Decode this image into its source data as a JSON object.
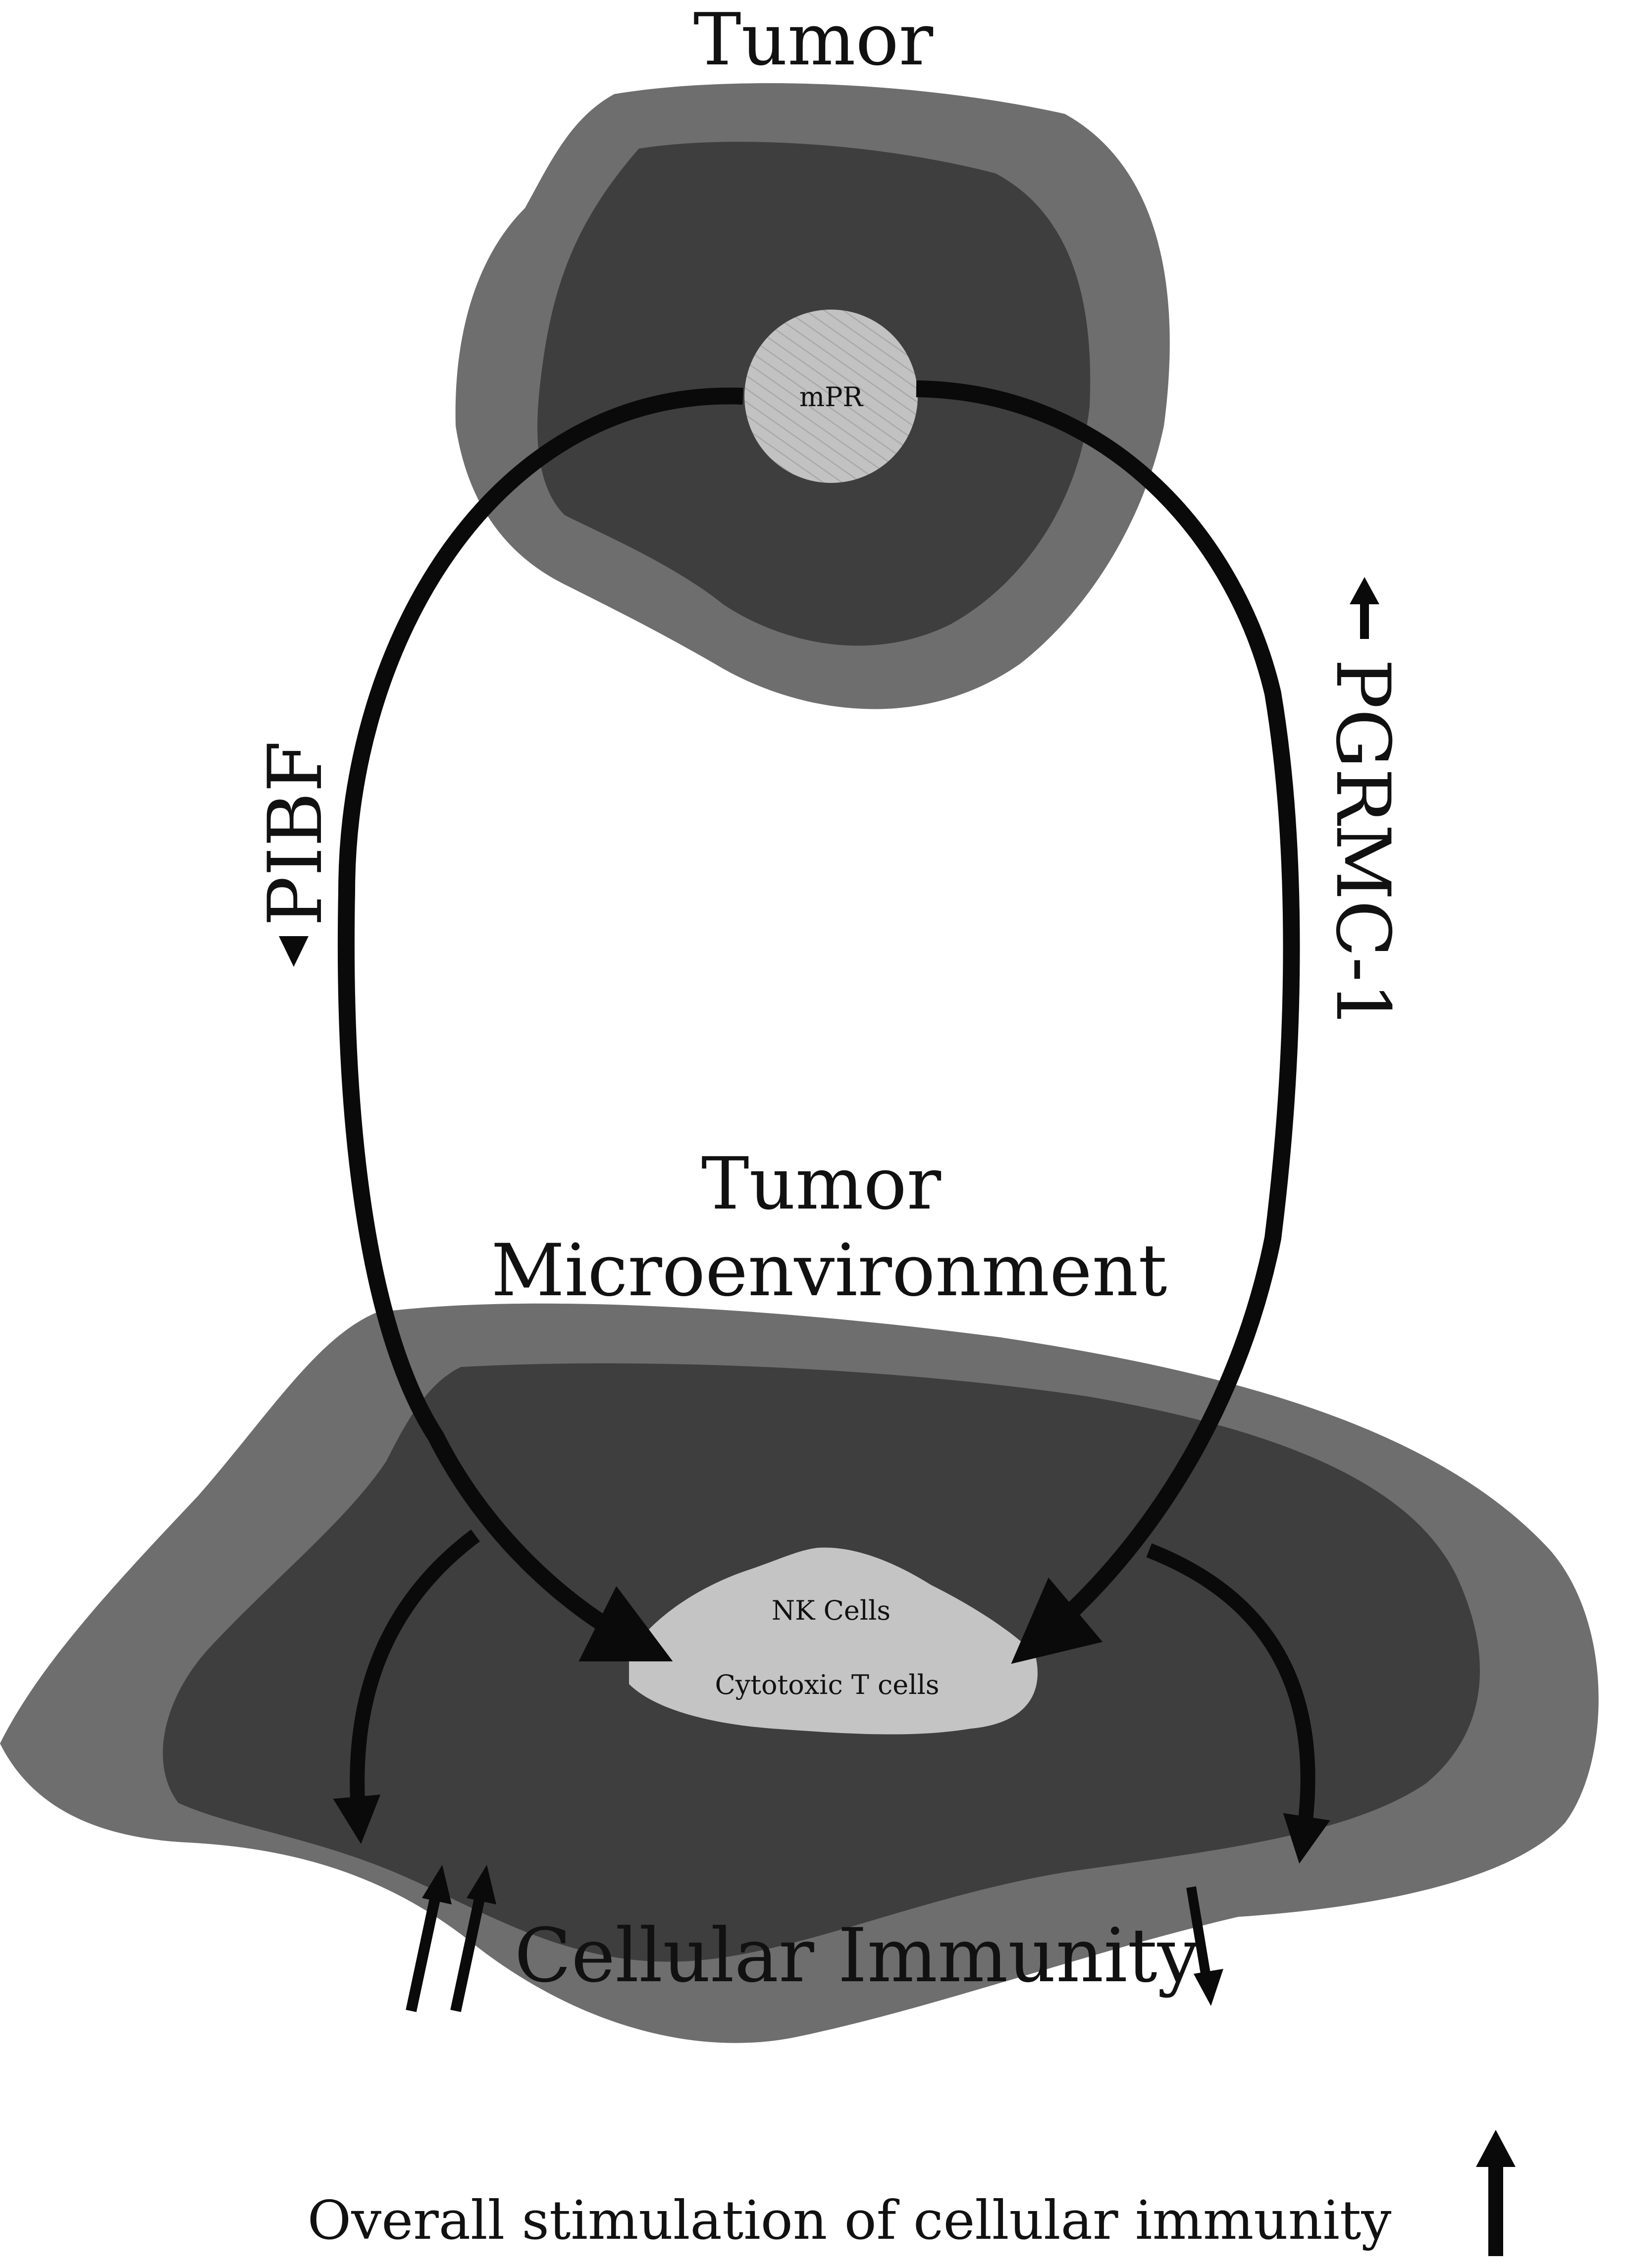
{
  "labels": {
    "tumor": "Tumor",
    "receptor": "mPR",
    "left_arrow_label": "PIBF",
    "right_arrow_label": "PGRMC-1",
    "microenvironment_line1": "Tumor",
    "microenvironment_line2": "Microenvironment",
    "immune_cells_line1": "NK Cells",
    "immune_cells_line2": "Cytotoxic T cells",
    "outcome": "Cellular Immunity",
    "footer": "Overall stimulation of cellular immunity"
  },
  "indicators": {
    "pibf": "decrease",
    "pgrmc1": "increase",
    "cellular_immunity_left": "strong increase",
    "cellular_immunity_right": "decrease",
    "overall": "increase"
  },
  "colors": {
    "background": "#ffffff",
    "outer_region": "#6e6e6e",
    "inner_region": "#3e3e3e",
    "cell_fill": "#c4c4c4",
    "arrow": "#0a0a0a",
    "text": "#111111"
  }
}
